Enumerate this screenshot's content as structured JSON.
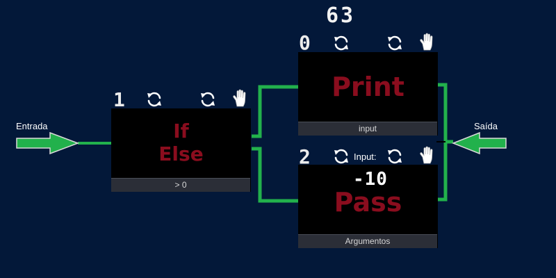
{
  "score": "63",
  "entrada_label": "Entrada",
  "saida_label": "Saída",
  "colors": {
    "background": "#031839",
    "wire": "#22b14c",
    "node_title": "#8a0d1e"
  },
  "nodes": [
    {
      "index": "1",
      "title_line1": "If",
      "title_line2": "Else",
      "arg": "> 0"
    },
    {
      "index": "0",
      "title": "Print",
      "arg": "input"
    },
    {
      "index": "2",
      "title": "Pass",
      "arg": "Argumentos",
      "input_label": "Input:",
      "input_value": "-10"
    }
  ],
  "icons": {
    "rotate": "rotate-arrows-icon",
    "grab": "hand-icon",
    "arrow": "green-arrow-icon"
  }
}
